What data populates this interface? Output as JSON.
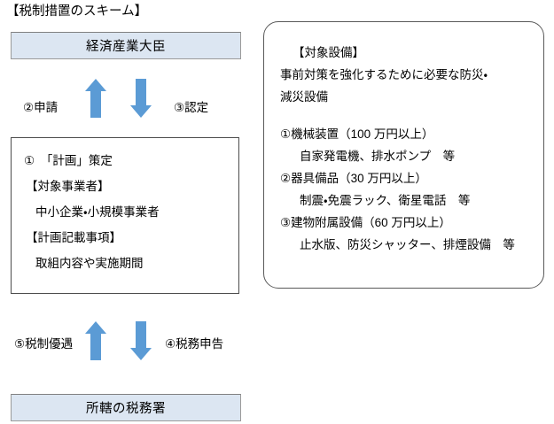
{
  "title": "【税制措置のスキーム】",
  "colors": {
    "box_fill": "#dce6f2",
    "box_border": "#9a9a9a",
    "panel_border": "#595959",
    "arrow_fill": "#5b9bd5",
    "text": "#000000"
  },
  "boxes": {
    "minister": "経済産業大臣",
    "tax_office": "所轄の税務署"
  },
  "plan_box": {
    "lines": [
      "①　「計画」策定",
      "【対象事業者】",
      "中小企業・小規模事業者",
      "【計画記載事項】",
      "取組内容や実施期間"
    ]
  },
  "arrows": [
    {
      "name": "apply",
      "direction": "up",
      "label": "②申請"
    },
    {
      "name": "approve",
      "direction": "down",
      "label": "③認定"
    },
    {
      "name": "benefit",
      "direction": "up",
      "label": "⑤税制優遇"
    },
    {
      "name": "filing",
      "direction": "down",
      "label": "④税務申告"
    }
  ],
  "equipment_panel": {
    "heading": "【対象設備】",
    "description_line1": "事前対策を強化するために必要な防災・",
    "description_line2": "減災設備",
    "items": [
      {
        "title": "①機械装置（100 万円以上）",
        "examples": "自家発電機、排水ポンプ　等"
      },
      {
        "title": "②器具備品（30 万円以上）",
        "examples": "制震・免震ラック、衛星電話　等"
      },
      {
        "title": "③建物附属設備（60 万円以上）",
        "examples": "止水版、防災シャッター、排煙設備　等"
      }
    ]
  }
}
